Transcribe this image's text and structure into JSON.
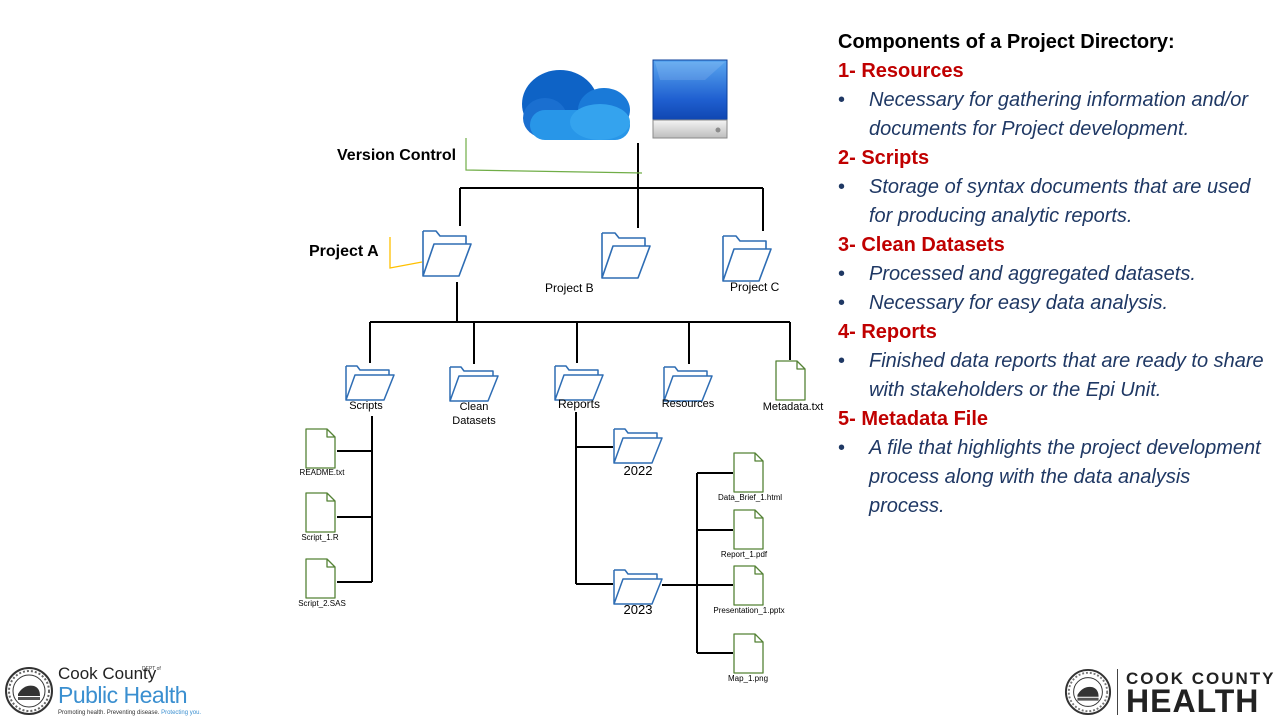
{
  "diagram": {
    "version_control_label": "Version Control",
    "project_a_label": "Project A",
    "project_b_label": "Project B",
    "project_c_label": "Project C",
    "folders": {
      "scripts": "Scripts",
      "clean_datasets_line1": "Clean",
      "clean_datasets_line2": "Datasets",
      "reports": "Reports",
      "resources": "Resources",
      "metadata": "Metadata.txt"
    },
    "script_files": [
      "README.txt",
      "Script_1.R",
      "Script_2.SAS"
    ],
    "report_years": [
      "2022",
      "2023"
    ],
    "report_files": [
      "Data_Brief_1.html",
      "Report_1.pdf",
      "Presentation_1.pptx",
      "Map_1.png"
    ],
    "colors": {
      "folder_stroke": "#2e6db4",
      "file_stroke": "#548235",
      "callout_green": "#70ad47",
      "callout_orange": "#ffc000",
      "connector": "#000000"
    }
  },
  "panel": {
    "heading": "Components of a Project Directory:",
    "sections": [
      {
        "title": "1- Resources",
        "bullets": [
          "Necessary for gathering information and/or documents for Project development."
        ]
      },
      {
        "title": "2- Scripts",
        "bullets": [
          "Storage of syntax documents that are used for producing analytic reports."
        ]
      },
      {
        "title": "3- Clean Datasets",
        "bullets": [
          "Processed and aggregated datasets.",
          "Necessary for easy data analysis."
        ]
      },
      {
        "title": "4- Reports",
        "bullets": [
          "Finished data reports that are ready to share with stakeholders or the Epi Unit."
        ]
      },
      {
        "title": "5- Metadata File",
        "bullets": [
          "A file that highlights the project development process along with the data analysis process."
        ]
      }
    ],
    "colors": {
      "title": "#c00000",
      "bullet_text": "#1f3864"
    }
  },
  "logos": {
    "left": {
      "line1": "Cook County",
      "dept": "DEPT of",
      "line2": "Public Health",
      "tagline_a": "Promoting health. Preventing disease. ",
      "tagline_b": "Protecting you."
    },
    "right": {
      "line1": "COOK COUNTY",
      "line2": "HEALTH"
    }
  }
}
